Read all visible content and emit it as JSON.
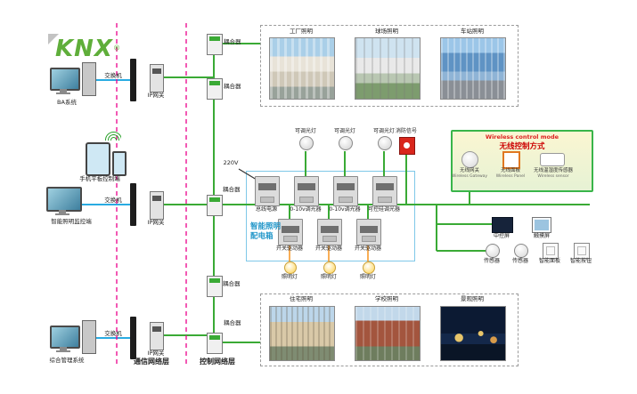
{
  "logo": {
    "text": "KNX",
    "reg": "®"
  },
  "colors": {
    "bus_green": "#3aaa35",
    "lan_blue": "#29abe2",
    "layer_magenta": "#ec008c",
    "fire_red": "#d9261c",
    "knx_green": "#5fae3a"
  },
  "layer_labels": {
    "communication": "通信网络层",
    "control": "控制网络层"
  },
  "terminals": {
    "ba_label": "BA系统",
    "mobile_label": "手机平板控制端",
    "monitor_label": "智能照明监控端",
    "management_label": "综合管理系统"
  },
  "network": {
    "switch1": "交换机",
    "switch2": "交换机",
    "switch3": "交换机",
    "gateway1": "IP网关",
    "gateway2": "IP网关",
    "gateway3": "IP网关",
    "coupler1": "耦合器",
    "coupler2": "耦合器",
    "coupler3": "耦合器",
    "coupler4": "耦合器",
    "coupler5": "耦合器"
  },
  "top_gallery": {
    "items": [
      {
        "label": "工厂照明"
      },
      {
        "label": "球场照明"
      },
      {
        "label": "车站照明"
      }
    ]
  },
  "bottom_gallery": {
    "items": [
      {
        "label": "住宅照明"
      },
      {
        "label": "学校照明"
      },
      {
        "label": "景观照明"
      }
    ]
  },
  "cabinet": {
    "name_line1": "智能照明",
    "name_line2": "配电箱",
    "power_label": "220V",
    "row1": [
      {
        "label": "总线电源"
      },
      {
        "label": "0-10v调光器"
      },
      {
        "label": "0-10v调光器"
      },
      {
        "label": "可控硅调光器"
      }
    ],
    "row2": [
      {
        "label": "开关驱动器"
      },
      {
        "label": "开关驱动器"
      },
      {
        "label": "开关驱动器"
      }
    ],
    "top_loads": [
      {
        "label": "可调光灯"
      },
      {
        "label": "可调光灯"
      },
      {
        "label": "可调光灯"
      },
      {
        "label": "消防信号"
      }
    ],
    "bottom_loads": [
      {
        "label": "照明灯"
      },
      {
        "label": "照明灯"
      },
      {
        "label": "照明灯"
      }
    ]
  },
  "wireless": {
    "title_en": "Wireless control mode",
    "title_zh": "无线控制方式",
    "items": [
      {
        "label": "无线网关",
        "sublabel": "Wireless Gateway"
      },
      {
        "label": "无线面板",
        "sublabel": "Wireless Panel"
      },
      {
        "label": "无线温湿度传感器",
        "sublabel": "Wireless sensor"
      }
    ]
  },
  "right_devices": {
    "row1": [
      {
        "label": "中控屏"
      },
      {
        "label": "触摸屏"
      }
    ],
    "row2": [
      {
        "label": "传感器"
      },
      {
        "label": "传感器"
      },
      {
        "label": "智能面板"
      },
      {
        "label": "智能按钮"
      }
    ]
  }
}
